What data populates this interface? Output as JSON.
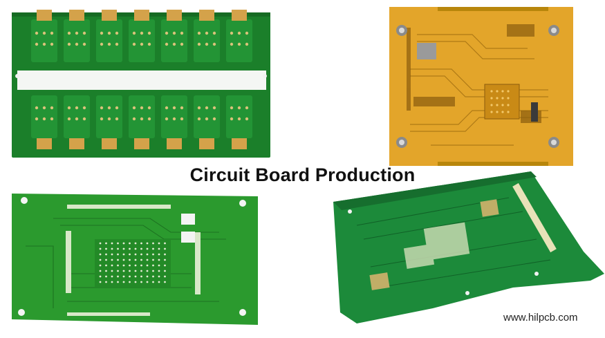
{
  "title": "Circuit Board Production",
  "watermark": "www.hilpcb.com",
  "panels": [
    {
      "id": "panel-array-boards",
      "board_color": "#1f8a2e",
      "finger_color": "#d4a24a"
    },
    {
      "id": "panel-gold-board",
      "board_color": "#e0a62a"
    },
    {
      "id": "panel-green-board",
      "board_color": "#2b9a2e"
    },
    {
      "id": "panel-multilayer-board",
      "board_color": "#1c8a3a"
    }
  ]
}
